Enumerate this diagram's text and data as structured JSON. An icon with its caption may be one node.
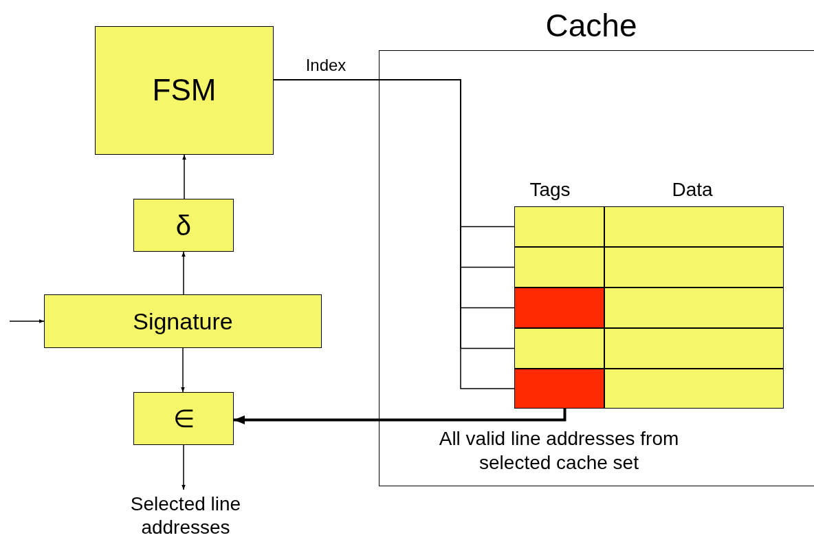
{
  "diagram": {
    "nodes": [
      {
        "text": [
          "FSM"
        ]
      },
      {
        "text": [
          "Cache"
        ]
      },
      {
        "text": [],
        "shape": "box",
        "in": 1
      },
      {
        "text": [],
        "shape": "box",
        "in": 1
      },
      {
        "text": [],
        "shape": "box",
        "in": 1
      },
      {
        "text": [],
        "shape": "box",
        "in": 1
      },
      {
        "text": [],
        "shape": "box",
        "in": 1
      },
      {
        "text": [],
        "shape": "box",
        "in": 1
      },
      {
        "text": [],
        "shape": "box",
        "in": 1
      },
      {
        "text": [],
        "shape": "box",
        "in": 1
      },
      {
        "text": [],
        "shape": "box",
        "in": 1
      },
      {
        "text": [],
        "shape": "box",
        "in": 1
      },
      {
        "text": [
          "δ"
        ]
      },
      {
        "text": [
          "Signature"
        ]
      },
      {
        "text": [
          "∈"
        ]
      },
      {
        "text": [
          "Selected line addresses"
        ]
      }
    ],
    "edges": [
      {
        "from": 0,
        "to": 2,
        "arrow": "none",
        "label": "Index"
      },
      {
        "from": 0,
        "to": 4,
        "arrow": "none"
      },
      {
        "from": 0,
        "to": 6,
        "arrow": "none"
      },
      {
        "from": 0,
        "to": 8,
        "arrow": "none"
      },
      {
        "from": 0,
        "to": 10,
        "arrow": "none"
      },
      {
        "from": null,
        "to": 13,
        "arrow": "to"
      },
      {
        "from": 13,
        "to": 12,
        "arrow": "to"
      },
      {
        "from": 12,
        "to": 0,
        "arrow": "to"
      },
      {
        "from": 13,
        "to": 14,
        "arrow": "to"
      },
      {
        "from": 10,
        "to": 14,
        "arrow": "to",
        "style": "thick",
        "label": "All valid line addresses from selected cache set"
      },
      {
        "from": 14,
        "to": 15,
        "arrow": "to"
      }
    ],
    "labels": [
      "Tags",
      "Data"
    ]
  }
}
